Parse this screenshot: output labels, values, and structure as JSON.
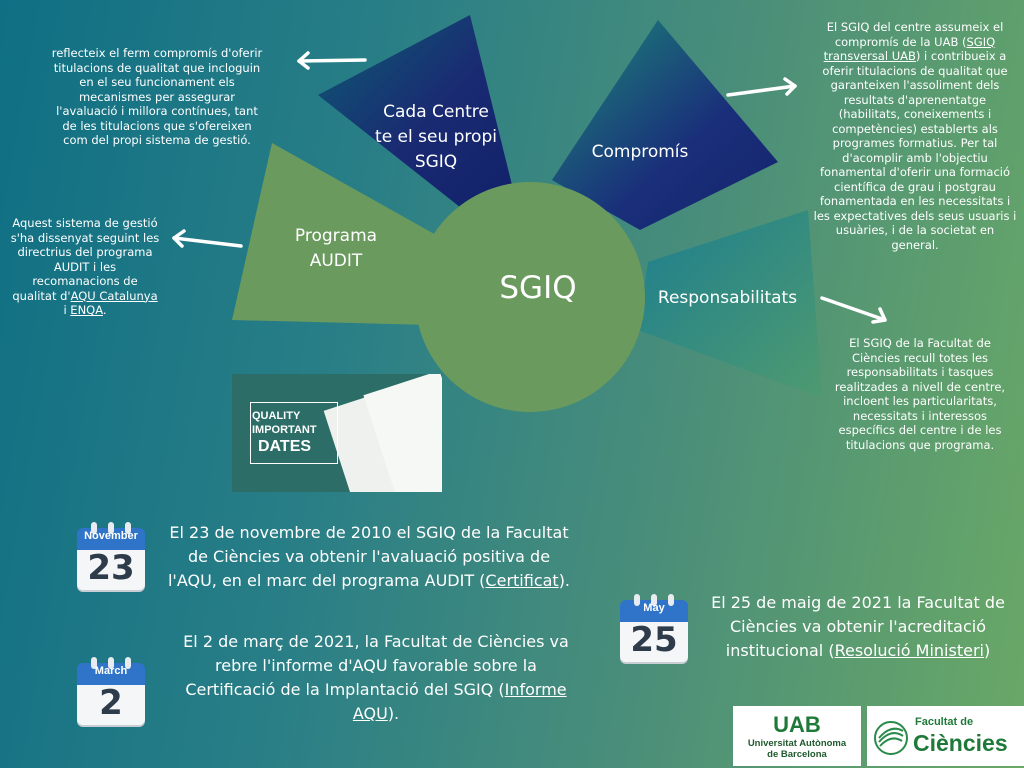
{
  "center": {
    "label": "SGIQ"
  },
  "wedges": {
    "cada_centre": "Cada Centre\nte el seu propi\nSGIQ",
    "compromis": "Compromís",
    "programa": "Programa\nAUDIT",
    "responsabilitats": "Responsabilitats"
  },
  "descriptions": {
    "cada_centre": "reflecteix el ferm compromís d'oferir titulacions de qualitat que incloguin en el seu funcionament els mecanismes per assegurar l'avaluació i millora contínues, tant de les titulacions que s'ofereixen com del propi sistema de gestió.",
    "compromis_pre": "El SGIQ del centre assumeix el compromís de la UAB (",
    "compromis_link": "SGIQ transversal UAB",
    "compromis_post": ") i contribueix a oferir titulacions de qualitat que garanteixen l'assoliment dels resultats d'aprenentatge (habilitats, coneixements i competències) establerts als programes formatius. Per tal d'acomplir amb l'objectiu fonamental d'oferir una formació científica de grau i postgrau fonamentada en les necessitats i les expectatives dels seus usuaris i usuàries, i de la societat en general.",
    "programa_pre": "Aquest sistema de gestió s'ha dissenyat seguint les directrius del programa AUDIT i les recomanacions de qualitat d'",
    "programa_link1": "AQU Catalunya",
    "programa_mid": " i ",
    "programa_link2": "ENQA",
    "programa_post": ".",
    "responsabilitats": "El SGIQ de la Facultat de Ciències recull totes les responsabilitats i tasques realitzades a nivell de centre, incloent les particularitats, necessitats i interessos específics del centre i de les titulacions que programa."
  },
  "quality_image": {
    "line1": "QUALITY",
    "line2": "IMPORTANT",
    "line3": "DATES"
  },
  "events": [
    {
      "month": "November",
      "day": "23",
      "text_pre": "El 23 de novembre de 2010 el SGIQ de la Facultat de Ciències va obtenir l'avaluació positiva de l'AQU, en el marc del programa AUDIT (",
      "link": "Certificat",
      "text_post": ")."
    },
    {
      "month": "March",
      "day": "2",
      "text_pre": "El 2 de març de 2021, la Facultat de Ciències va rebre l'informe d'AQU favorable sobre la Certificació de la Implantació del SGIQ (",
      "link": "Informe AQU",
      "text_post": ")."
    },
    {
      "month": "May",
      "day": "25",
      "text_pre": "El 25 de maig de 2021 la Facultat de Ciències va obtenir l'acreditació institucional (",
      "link": "Resolució Ministeri",
      "text_post": ")"
    }
  ],
  "logos": {
    "uab_main": "UAB",
    "uab_sub1": "Universitat Autònoma",
    "uab_sub2": "de Barcelona",
    "fac_line1": "Facultat de",
    "fac_line2": "Ciències"
  },
  "colors": {
    "green_wedge": "#6a9a5e",
    "navy": "#142a6b",
    "uab_green": "#1f7a3a"
  }
}
